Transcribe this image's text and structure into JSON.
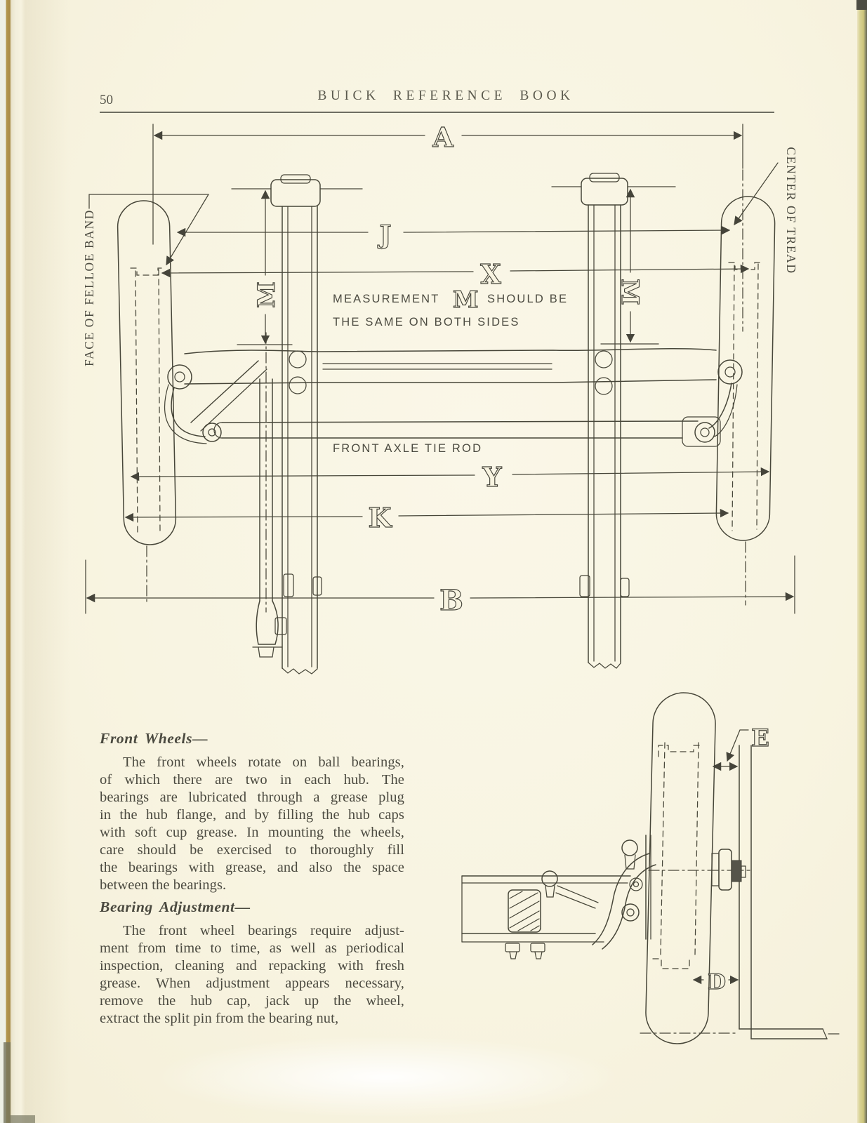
{
  "page": {
    "number": "50",
    "header_title": "BUICK REFERENCE BOOK"
  },
  "main_diagram": {
    "dim_labels": {
      "a": "A",
      "j": "J",
      "x": "X",
      "m_left": "M",
      "m_right": "M",
      "y": "Y",
      "k": "K",
      "b": "B"
    },
    "callout_left": "FACE OF FELLOE BAND",
    "callout_right": "CENTER OF TREAD",
    "note_line1_pre": "MEASUREMENT",
    "note_line1_m": "M",
    "note_line1_post": "SHOULD BE",
    "note_line2": "THE SAME ON BOTH SIDES",
    "tie_rod_label": "FRONT AXLE TIE ROD"
  },
  "side_diagram": {
    "dim_labels": {
      "e": "E",
      "d": "D"
    }
  },
  "sections": [
    {
      "heading": "Front Wheels—",
      "lines": [
        "The front wheels rotate on ball bearings,",
        "of which there are two in each hub.  The",
        "bearings are lubricated through a grease plug",
        "in the hub flange, and by filling the hub caps",
        "with soft cup grease.  In mounting the wheels,",
        "care should be exercised to thoroughly fill",
        "the bearings with grease, and also the space",
        "between the bearings."
      ]
    },
    {
      "heading": "Bearing Adjustment—",
      "lines": [
        "The front wheel bearings require adjust-",
        "ment from time to time, as well as periodical",
        "inspection, cleaning and repacking with fresh",
        "grease.  When adjustment appears necessary,",
        "remove the hub cap, jack up the wheel,",
        "extract the split pin from the bearing nut,"
      ]
    }
  ],
  "colors": {
    "paper": "#f8f4e1",
    "ink": "#4c4b40",
    "line": "#474639",
    "edge_tan": "#b3974f",
    "edge_olive": "#d8d192"
  }
}
